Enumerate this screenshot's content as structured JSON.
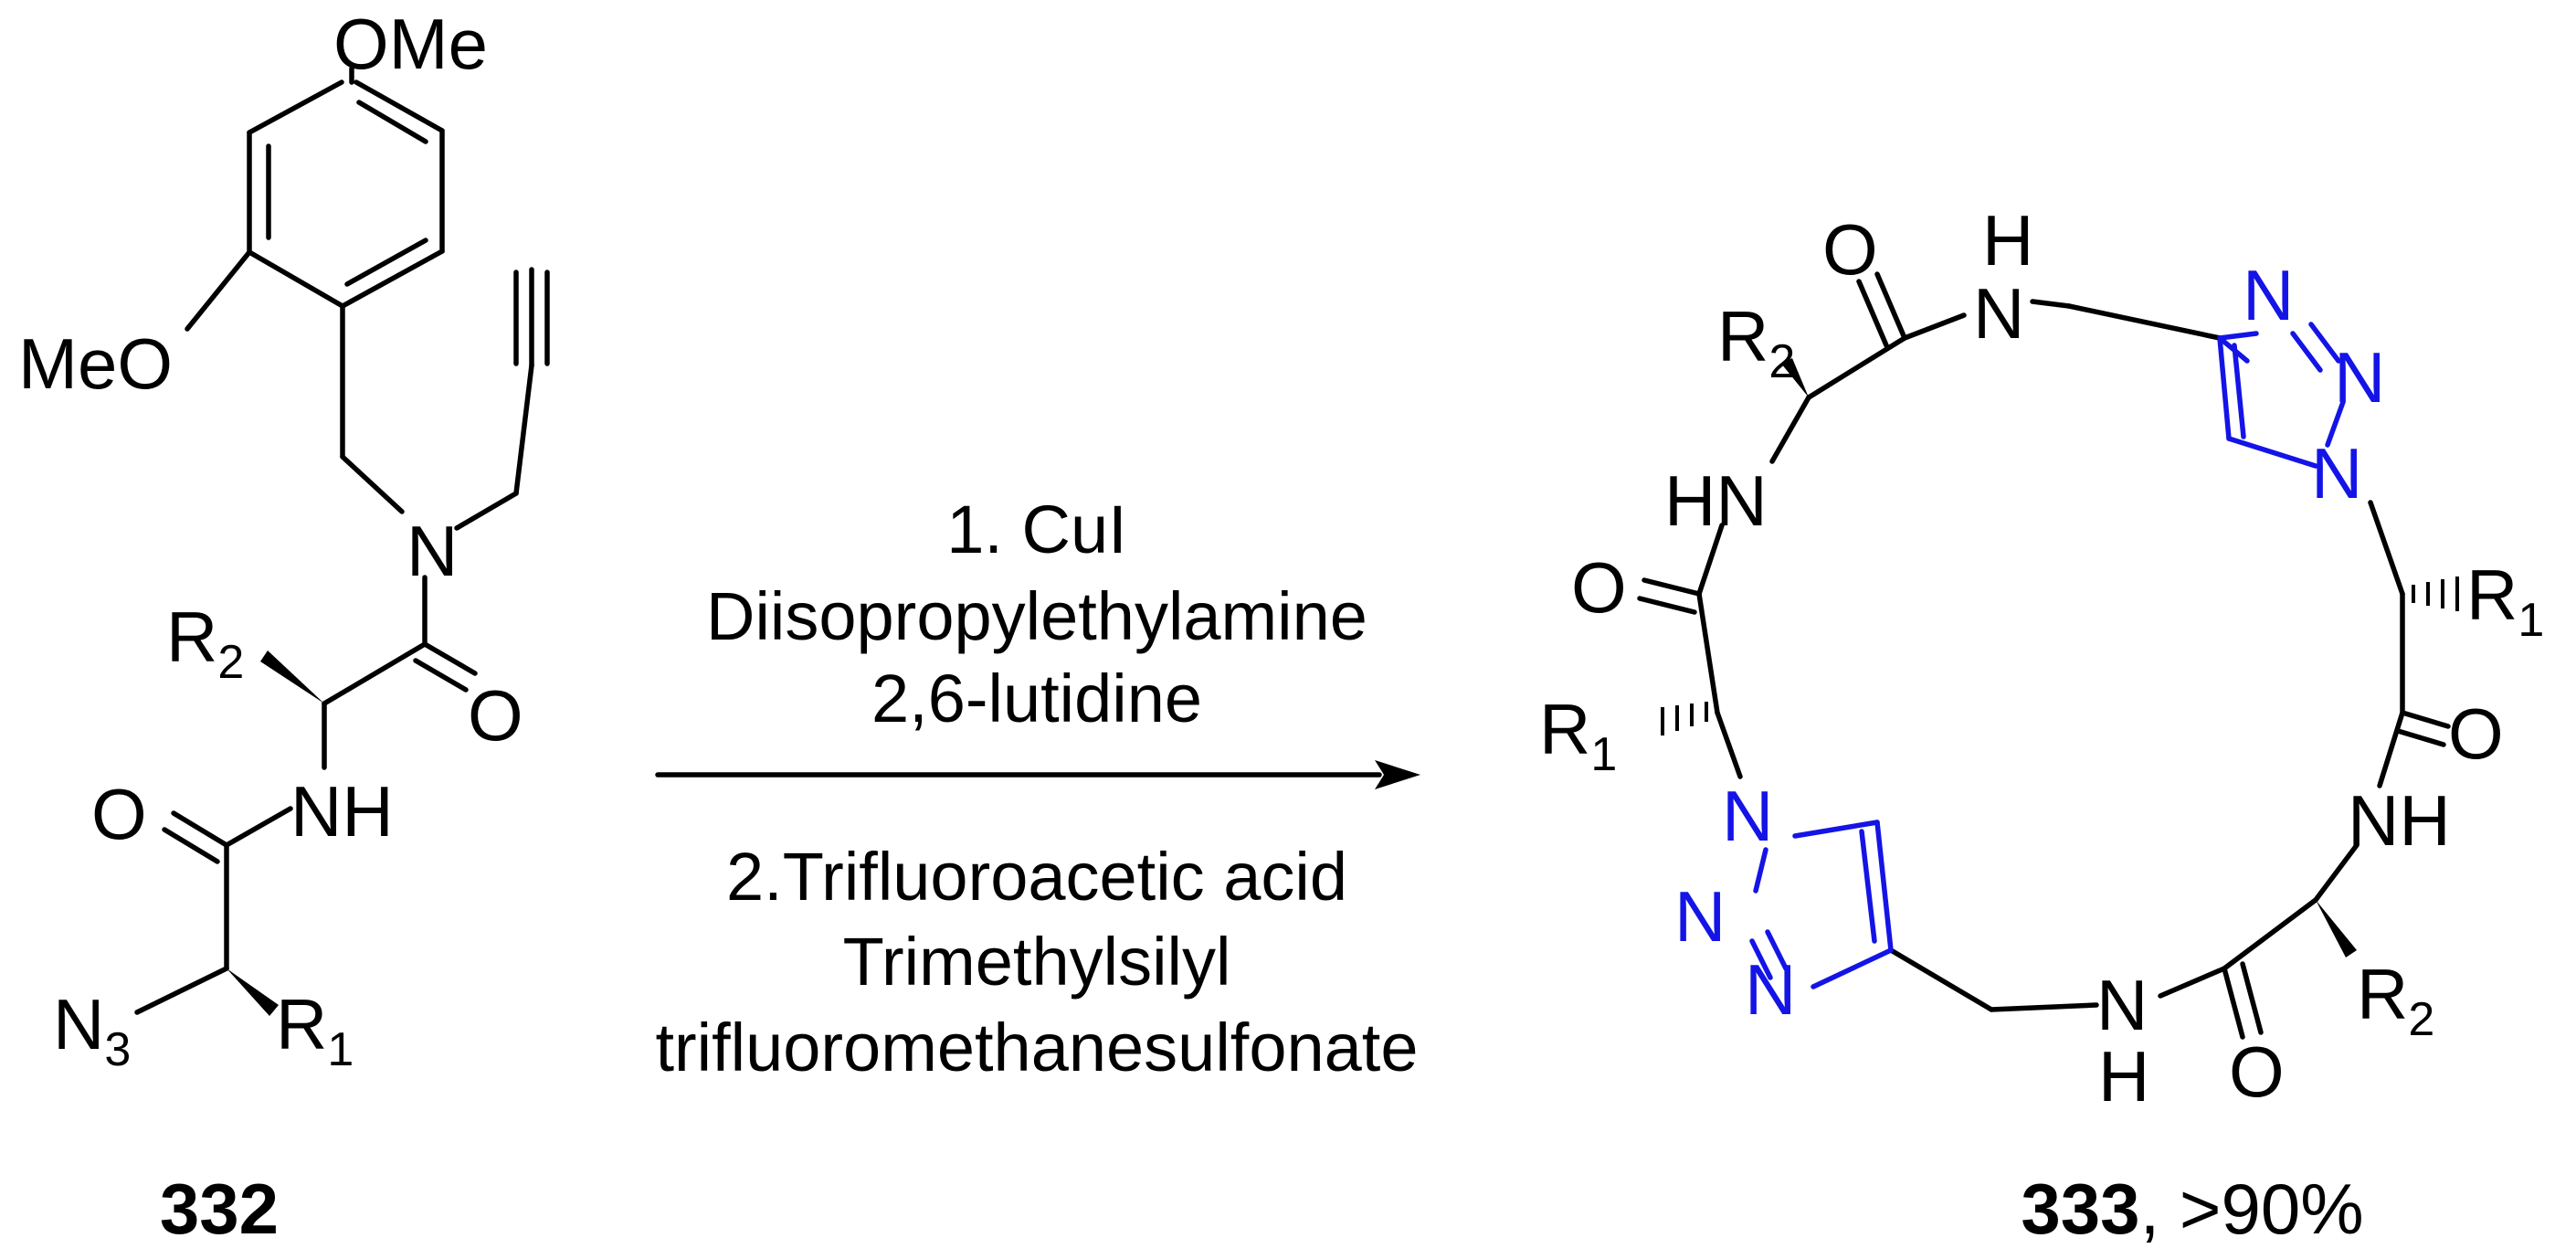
{
  "scheme": {
    "reactant": {
      "id": "332",
      "labels": {
        "ome_top": "OMe",
        "meo_left": "MeO",
        "n_amide": "N",
        "o_amide1": "O",
        "o_amide2": "O",
        "nh": "NH",
        "r2": "R",
        "r2_sub": "2",
        "r1": "R",
        "r1_sub": "1",
        "azide": "N",
        "azide_sub": "3"
      }
    },
    "conditions": {
      "step1": [
        "1. CuI",
        "Diisopropylethylamine",
        "2,6-lutidine"
      ],
      "step2": [
        "2.Trifluoroacetic acid",
        "Trimethylsilyl",
        "trifluoromethanesulfonate"
      ]
    },
    "product": {
      "id": "333",
      "yield": ", >90%",
      "labels": {
        "o": "O",
        "h": "H",
        "n": "N",
        "hn": "HN",
        "nh": "NH",
        "r": "R",
        "sub1": "1",
        "sub2": "2"
      }
    },
    "colors": {
      "bond": "#000000",
      "triazole": "#1414e6"
    }
  }
}
